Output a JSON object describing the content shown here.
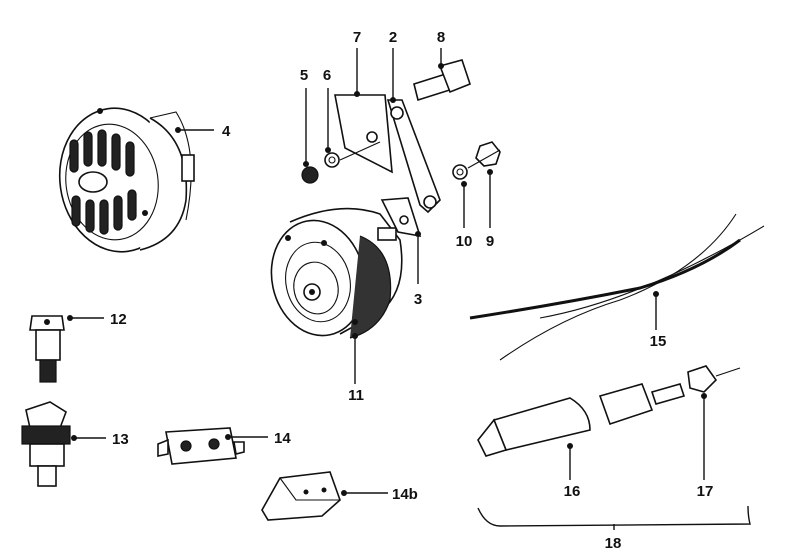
{
  "parts": [
    {
      "id": "p2",
      "label": "2"
    },
    {
      "id": "p3",
      "label": "3"
    },
    {
      "id": "p4",
      "label": "4"
    },
    {
      "id": "p5",
      "label": "5"
    },
    {
      "id": "p6",
      "label": "6"
    },
    {
      "id": "p7",
      "label": "7"
    },
    {
      "id": "p8",
      "label": "8"
    },
    {
      "id": "p9",
      "label": "9"
    },
    {
      "id": "p10",
      "label": "10"
    },
    {
      "id": "p11",
      "label": "11"
    },
    {
      "id": "p12",
      "label": "12"
    },
    {
      "id": "p13",
      "label": "13"
    },
    {
      "id": "p14",
      "label": "14"
    },
    {
      "id": "p14b",
      "label": "14b"
    },
    {
      "id": "p15",
      "label": "15"
    },
    {
      "id": "p16",
      "label": "16"
    },
    {
      "id": "p17",
      "label": "17"
    },
    {
      "id": "p18",
      "label": "18"
    }
  ]
}
